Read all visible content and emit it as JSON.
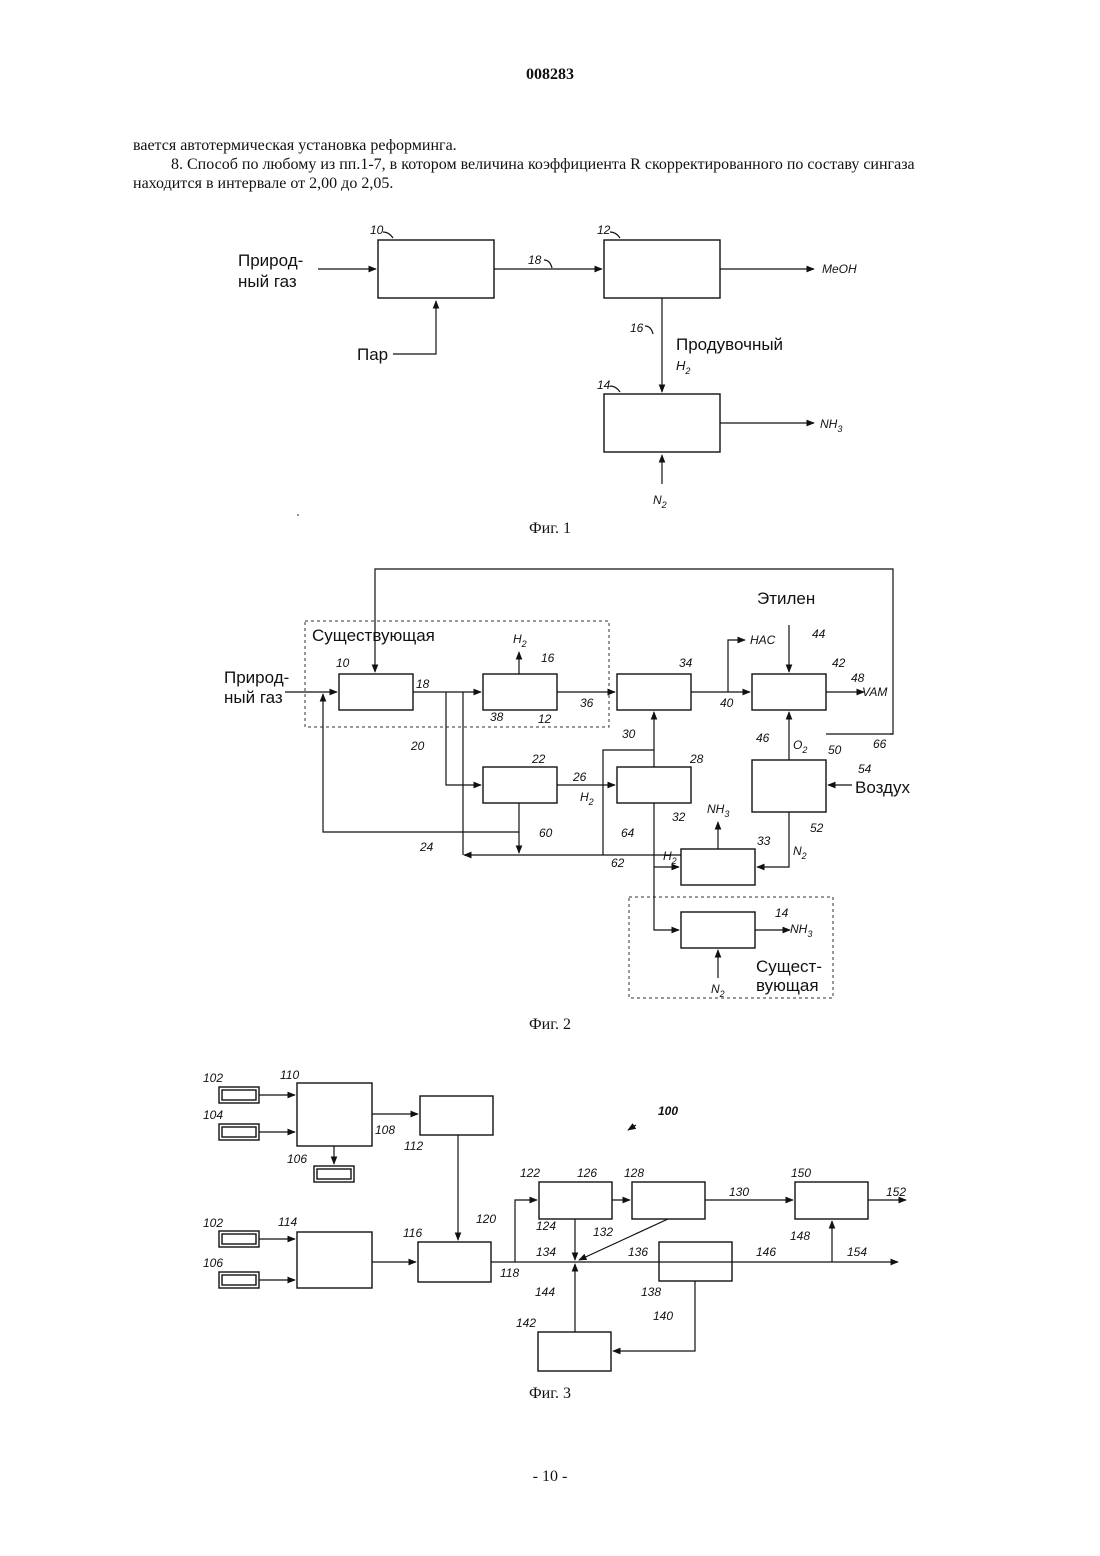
{
  "doc_number": "008283",
  "para1": "вается автотермическая установка реформинга.",
  "para2": "8. Способ по любому из пп.1-7, в котором величина коэффициента R скорректированного по составу сингаза находится в интервале от 2,00 до 2,05.",
  "fig1": {
    "caption": "Фиг. 1",
    "labels": {
      "feed1": "Природ-",
      "feed2": "ный газ",
      "steam": "Пар",
      "purge": "Продувочный",
      "h2": "H",
      "h2_sub": "2",
      "meoh": "MeOH",
      "nh3": "NH",
      "nh3_sub": "3",
      "n2": "N",
      "n2_sub": "2"
    },
    "refs": [
      "10",
      "12",
      "14",
      "16",
      "18"
    ]
  },
  "fig2": {
    "caption": "Фиг. 2",
    "labels": {
      "existing_top": "Существующая",
      "existing_bottom1": "Сущест-",
      "existing_bottom2": "вующая",
      "feed1": "Природ-",
      "feed2": "ный газ",
      "ethylene": "Этилен",
      "air": "Воздух",
      "hac": "HAC",
      "vam": "VAM",
      "h2": "H",
      "o2": "O",
      "n2": "N",
      "nh3": "NH",
      "sub2": "2",
      "sub3": "3"
    },
    "refs": [
      "10",
      "12",
      "14",
      "16",
      "18",
      "20",
      "22",
      "24",
      "26",
      "28",
      "30",
      "32",
      "33",
      "34",
      "36",
      "38",
      "40",
      "42",
      "44",
      "46",
      "48",
      "50",
      "52",
      "54",
      "60",
      "62",
      "64",
      "66"
    ]
  },
  "fig3": {
    "caption": "Фиг. 3",
    "refs": [
      "100",
      "102",
      "104",
      "106",
      "108",
      "110",
      "112",
      "114",
      "116",
      "118",
      "120",
      "122",
      "124",
      "126",
      "128",
      "130",
      "132",
      "134",
      "136",
      "138",
      "140",
      "142",
      "144",
      "146",
      "148",
      "150",
      "152",
      "154",
      "102",
      "106"
    ]
  },
  "page_number": "- 10 -"
}
